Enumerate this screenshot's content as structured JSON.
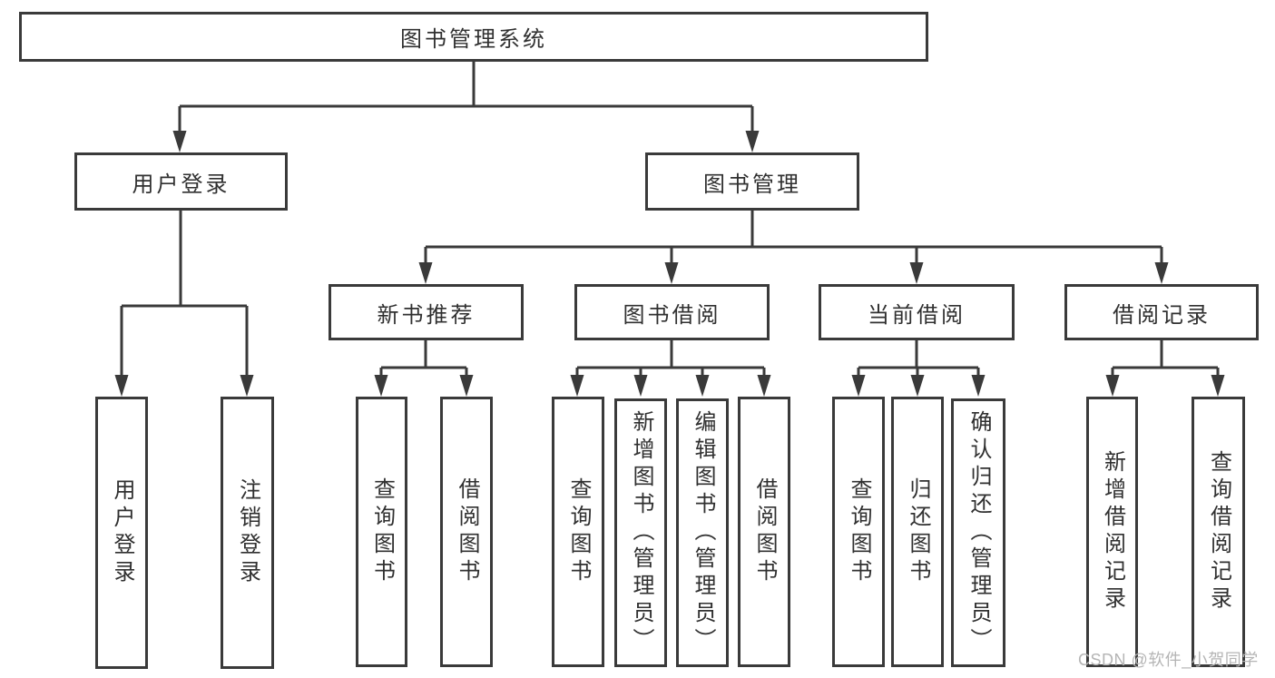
{
  "diagram": {
    "type": "functional-structure-tree",
    "colors": {
      "line": "#3a3a3a",
      "text": "#303030",
      "background": "#ffffff",
      "watermark": "#b5b5b5"
    },
    "tree": {
      "root": {
        "label": "图书管理系统"
      },
      "level2": [
        {
          "label": "用户登录",
          "children": [
            {
              "label": "用户登录"
            },
            {
              "label": "注销登录"
            }
          ]
        },
        {
          "label": "图书管理",
          "children": [
            {
              "label": "新书推荐",
              "children": [
                {
                  "label": "查询图书"
                },
                {
                  "label": "借阅图书"
                }
              ]
            },
            {
              "label": "图书借阅",
              "children": [
                {
                  "label": "查询图书"
                },
                {
                  "label": "新增图书（管理员）"
                },
                {
                  "label": "编辑图书（管理员）"
                },
                {
                  "label": "借阅图书"
                }
              ]
            },
            {
              "label": "当前借阅",
              "children": [
                {
                  "label": "查询图书"
                },
                {
                  "label": "归还图书"
                },
                {
                  "label": "确认归还（管理员）"
                }
              ]
            },
            {
              "label": "借阅记录",
              "children": [
                {
                  "label": "新增借阅记录"
                },
                {
                  "label": "查询借阅记录"
                }
              ]
            }
          ]
        }
      ]
    },
    "watermark": {
      "text": "CSDN @软件_小贺同学"
    }
  }
}
